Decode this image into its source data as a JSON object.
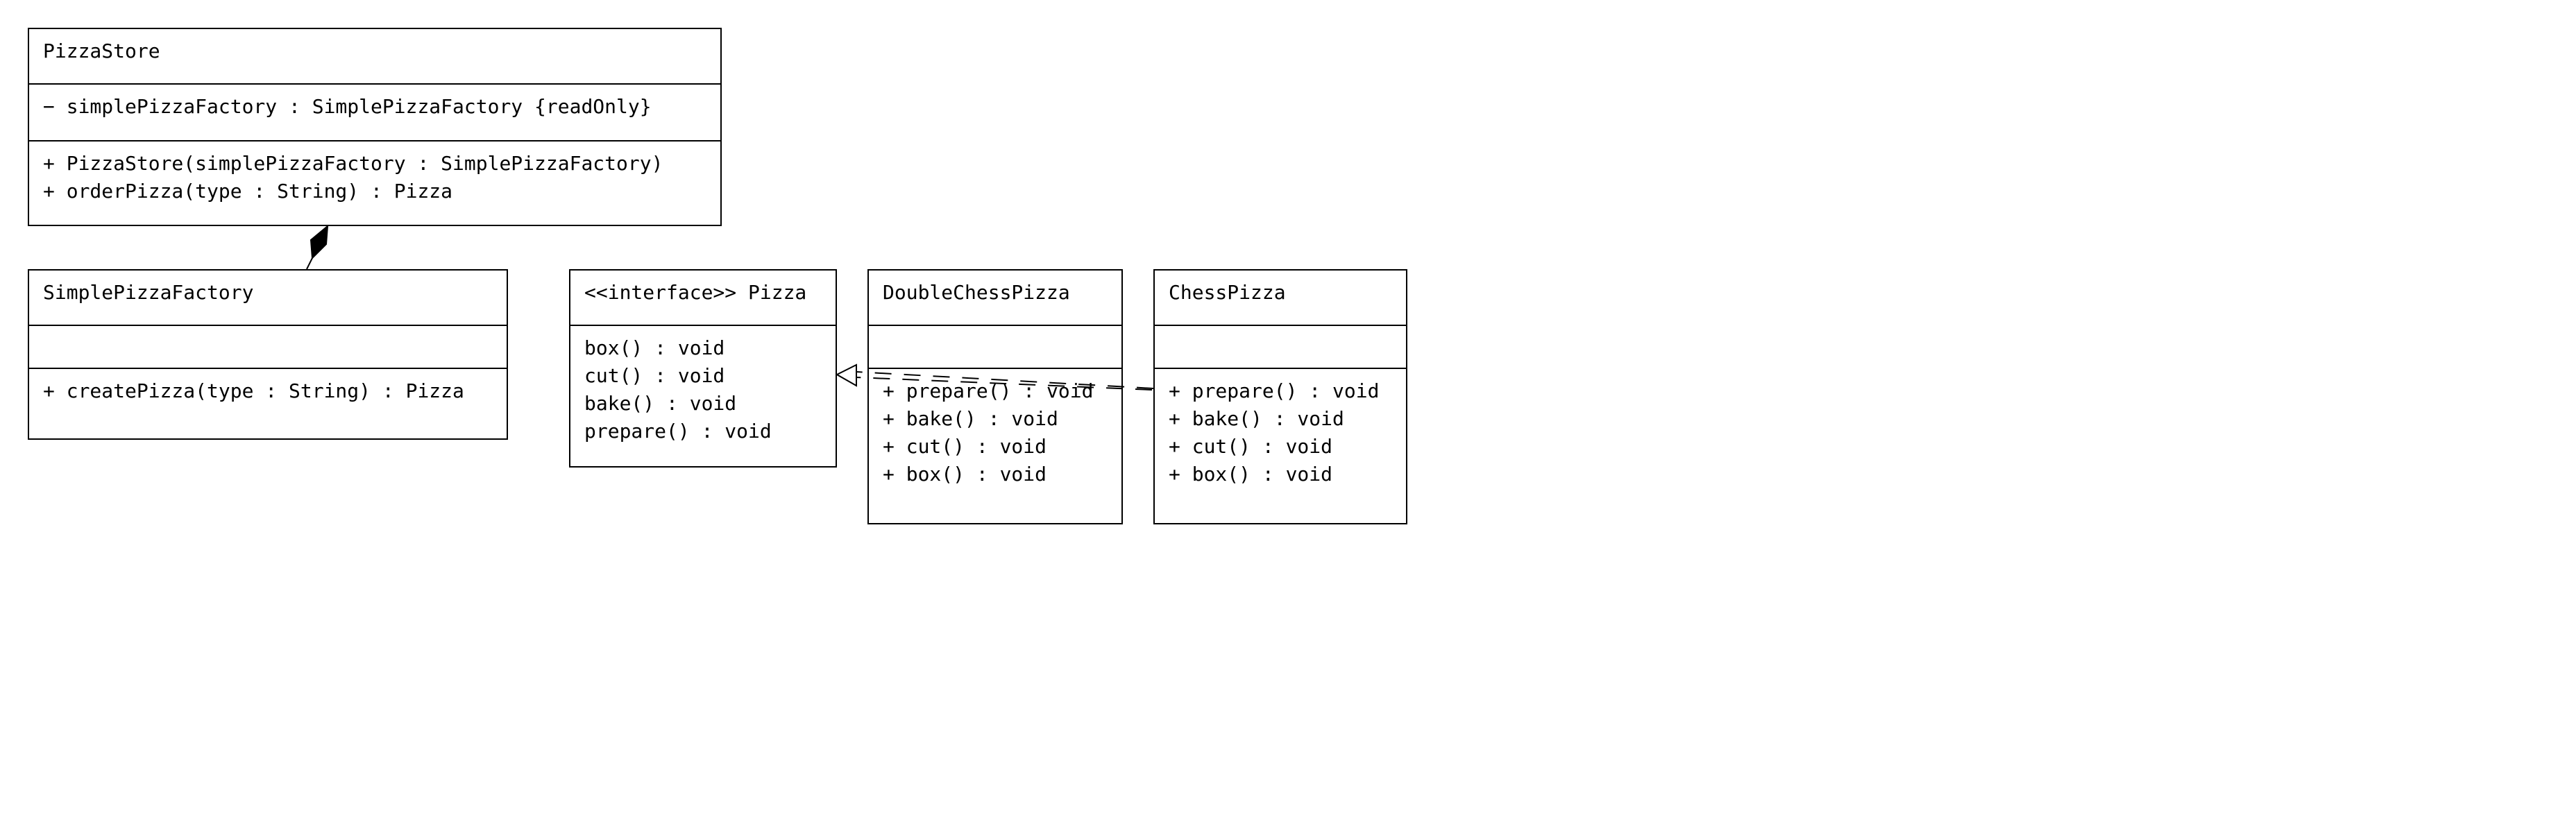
{
  "classes": {
    "pizza_store": {
      "name": "PizzaStore",
      "attributes": [
        "− simplePizzaFactory : SimplePizzaFactory {readOnly}"
      ],
      "operations": [
        "+ PizzaStore(simplePizzaFactory : SimplePizzaFactory)",
        "+ orderPizza(type : String) : Pizza"
      ]
    },
    "simple_pizza_factory": {
      "name": "SimplePizzaFactory",
      "attributes": [],
      "operations": [
        "+ createPizza(type : String) : Pizza"
      ]
    },
    "pizza_interface": {
      "name": "<<interface>> Pizza",
      "operations": [
        "box() : void",
        "cut() : void",
        "bake() : void",
        "prepare() : void"
      ]
    },
    "double_chess_pizza": {
      "name": "DoubleChessPizza",
      "attributes": [],
      "operations": [
        "+ prepare() : void",
        "+ bake() : void",
        "+ cut() : void",
        "+ box() : void"
      ]
    },
    "chess_pizza": {
      "name": "ChessPizza",
      "attributes": [],
      "operations": [
        "+ prepare() : void",
        "+ bake() : void",
        "+ cut() : void",
        "+ box() : void"
      ]
    }
  },
  "relationships": [
    {
      "type": "composition",
      "whole": "PizzaStore",
      "part": "SimplePizzaFactory"
    },
    {
      "type": "realization",
      "from": "DoubleChessPizza",
      "to": "<<interface>> Pizza"
    },
    {
      "type": "realization",
      "from": "ChessPizza",
      "to": "<<interface>> Pizza"
    }
  ]
}
